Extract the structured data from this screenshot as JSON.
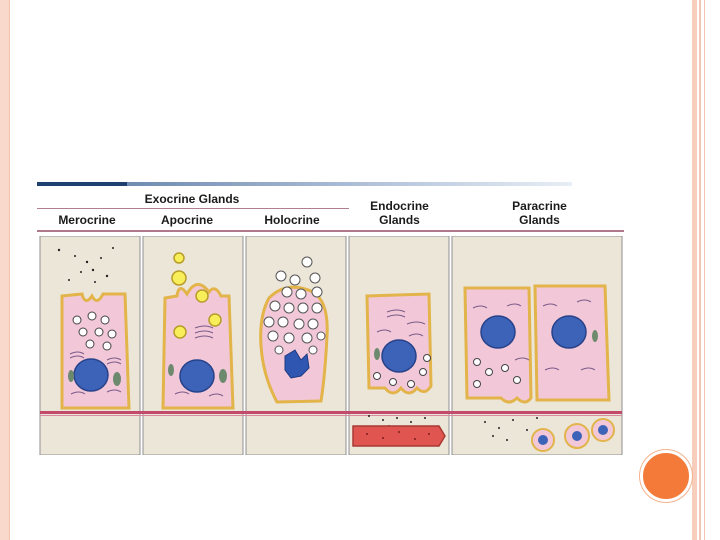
{
  "figure": {
    "header": {
      "exocrine_title": "Exocrine Glands",
      "merocrine": "Merocrine",
      "apocrine": "Apocrine",
      "holocrine": "Holocrine",
      "endocrine_line1": "Endocrine",
      "endocrine_line2": "Glands",
      "paracrine_line1": "Paracrine",
      "paracrine_line2": "Glands"
    },
    "colors": {
      "panel_background": "#ece6d8",
      "cell_cytoplasm": "#f2c8d8",
      "cell_membrane": "#e2b44a",
      "nucleus": "#3d63b8",
      "secretory_vesicle": "#ffffff",
      "apocrine_droplet": "#f7ee5a",
      "basement_membrane": "#c24a6a",
      "blood_vessel": "#e0554f",
      "accent": "#f47a3a"
    }
  }
}
